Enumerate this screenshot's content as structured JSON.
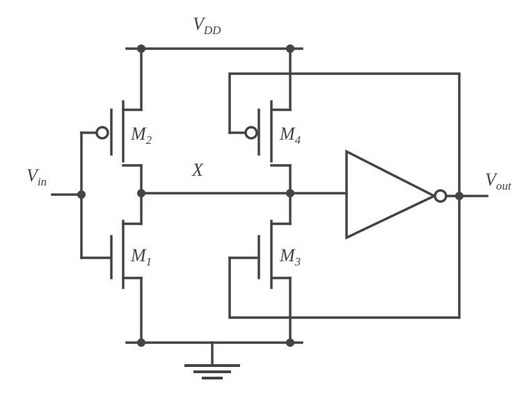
{
  "labels": {
    "vdd": {
      "base": "V",
      "sub": "DD"
    },
    "vin": {
      "base": "V",
      "sub": "in"
    },
    "vout": {
      "base": "V",
      "sub": "out"
    },
    "x": {
      "base": "X",
      "sub": ""
    },
    "m1": {
      "base": "M",
      "sub": "1"
    },
    "m2": {
      "base": "M",
      "sub": "2"
    },
    "m3": {
      "base": "M",
      "sub": "3"
    },
    "m4": {
      "base": "M",
      "sub": "4"
    }
  },
  "colors": {
    "stroke": "#444444",
    "background": "#ffffff"
  }
}
